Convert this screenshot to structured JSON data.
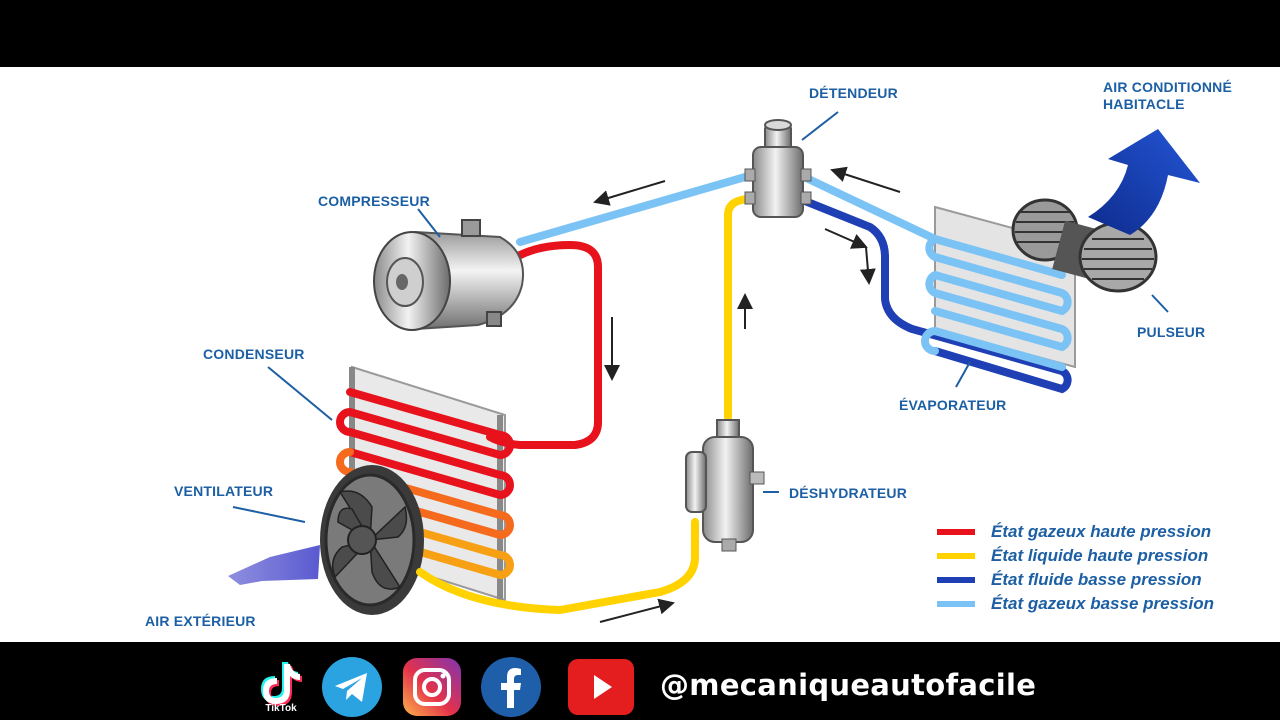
{
  "diagram": {
    "labels": {
      "detendeur": "DÉTENDEUR",
      "air_conditionne": "AIR CONDITIONNÉ HABITACLE",
      "compresseur": "COMPRESSEUR",
      "condenseur": "CONDENSEUR",
      "pulseur": "PULSEUR",
      "evaporateur": "ÉVAPORATEUR",
      "ventilateur": "VENTILATEUR",
      "deshydrateur": "DÉSHYDRATEUR",
      "air_exterieur": "AIR EXTÉRIEUR"
    },
    "legend": [
      {
        "text": "État gazeux haute pression",
        "color": "#e8121c"
      },
      {
        "text": "État liquide haute pression",
        "color": "#ffd200"
      },
      {
        "text": "État fluide basse pression",
        "color": "#1f3fb4"
      },
      {
        "text": "État gazeux basse pression",
        "color": "#7cc3f5"
      }
    ]
  },
  "footer": {
    "handle": "@mecaniqueautofacile",
    "tiktok_caption": "TikTok",
    "icons": [
      "tiktok-icon",
      "telegram-icon",
      "instagram-icon",
      "facebook-icon",
      "youtube-icon"
    ]
  }
}
